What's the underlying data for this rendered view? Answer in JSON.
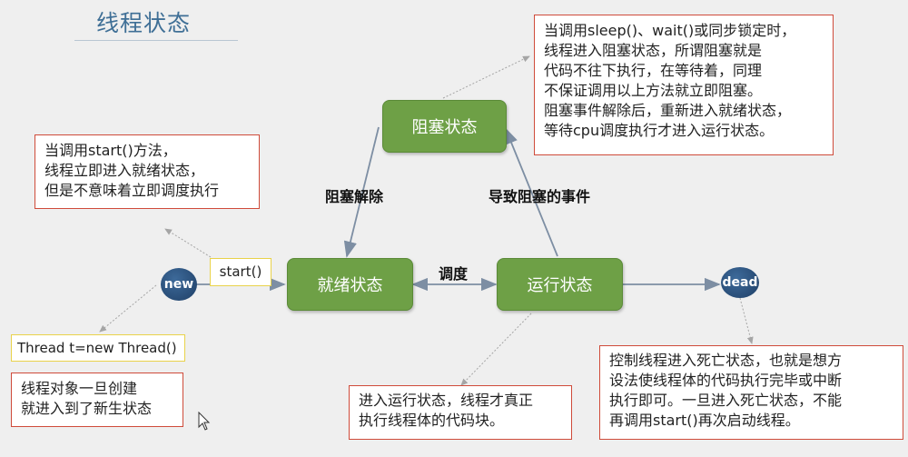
{
  "title": "线程状态",
  "states": {
    "new": "new",
    "runnable": "就绪状态",
    "blocked": "阻塞状态",
    "running": "运行状态",
    "dead": "dead"
  },
  "edge_labels": {
    "unblock": "阻塞解除",
    "block_event": "导致阻塞的事件",
    "schedule": "调度",
    "start": "start()",
    "create": "Thread t=new Thread()"
  },
  "notes": {
    "start_note": [
      "当调用start()方法，",
      "线程立即进入就绪状态，",
      "但是不意味着立即调度执行"
    ],
    "new_note": [
      "线程对象一旦创建",
      "就进入到了新生状态"
    ],
    "blocked_note": [
      "当调用sleep()、wait()或同步锁定时，",
      "线程进入阻塞状态，所谓阻塞就是",
      "代码不往下执行，在等待着，同理",
      "不保证调用以上方法就立即阻塞。",
      "阻塞事件解除后，重新进入就绪状态，",
      "等待cpu调度执行才进入运行状态。"
    ],
    "running_note": [
      "进入运行状态，线程才真正",
      "执行线程体的代码块。"
    ],
    "dead_note": [
      "控制线程进入死亡状态，也就是想方",
      "设法使线程体的代码执行完毕或中断",
      "执行即可。一旦进入死亡状态，不能",
      "再调用start()再次启动线程。"
    ]
  },
  "colors": {
    "state_fill": "#6ea046",
    "circle_fill": "#2a4f7d",
    "note_border": "#cf4b3a",
    "label_border": "#e9d24a"
  }
}
